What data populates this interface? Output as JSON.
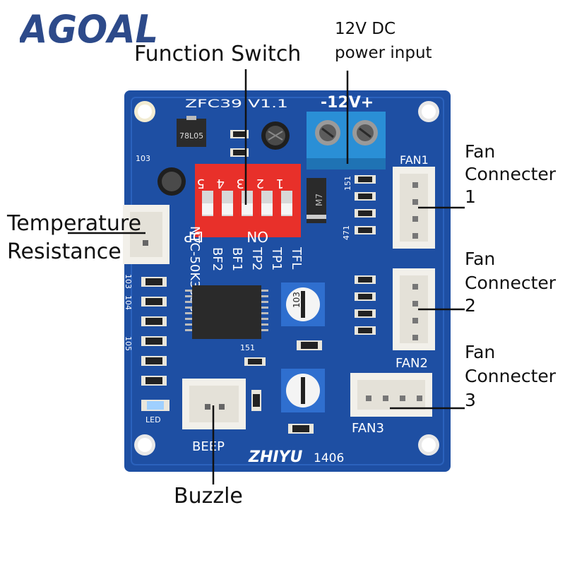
{
  "logo": {
    "text": "AGOAL",
    "color": "#2d4a8a"
  },
  "callouts": {
    "function_switch": "Function Switch",
    "power_input_line1": "12V DC",
    "power_input_line2": "power input",
    "fan1_line1": "Fan",
    "fan1_line2": "Connecter",
    "fan1_line3": "1",
    "fan2_line1": "Fan",
    "fan2_line2": "Connecter",
    "fan2_line3": "2",
    "fan3_line1": "Fan",
    "fan3_line2": "Connecter",
    "fan3_line3": "3",
    "temp_line1": "Temperature",
    "temp_line2": "Resistance",
    "buzzle": "Buzzle"
  },
  "silkscreen": {
    "model": "ZFC39 V1.1",
    "voltage": "-12V+",
    "fan1": "FAN1",
    "fan2": "FAN2",
    "fan3": "FAN3",
    "beep": "BEEP",
    "brand": "ZHIYU",
    "code": "1406",
    "ntc": "NTC-50K3950",
    "bf2": "BF2",
    "bf1": "BF1",
    "tp2": "TP2",
    "tp1": "TP1",
    "tfl": "TFL",
    "dp": "DP",
    "on": "ON",
    "led": "LED",
    "reg": "78L05",
    "n103": "103",
    "n105": "105",
    "n104": "104",
    "n151": "151",
    "n471": "471",
    "pot": "103",
    "dip_numbers": [
      "5",
      "4",
      "3",
      "2",
      "1"
    ],
    "diode": "M7"
  },
  "colors": {
    "board": "#1e4fa3",
    "board_dark": "#163c80",
    "dip": "#e8302a",
    "terminal": "#2a8fd6",
    "connector": "#f2f0ea",
    "silk": "#ffffff"
  }
}
